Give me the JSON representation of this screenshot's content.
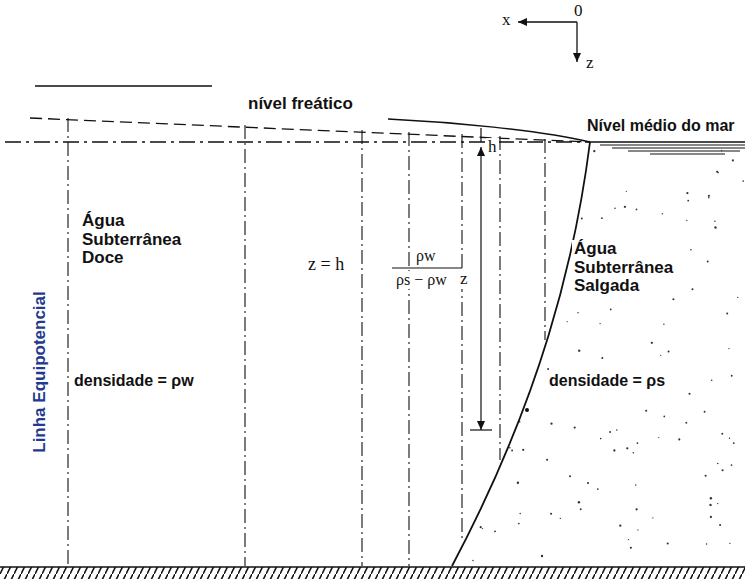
{
  "diagram": {
    "labels": [
      "x",
      "0",
      "z",
      "nível freático",
      "Nível médio do mar",
      "h",
      "z",
      "z = h",
      "ρw",
      "ρs − ρw",
      "Água Subterrânea Doce",
      "Água Subterrânea Salgada",
      "Linha Equipotencial",
      "densidade = ρw",
      "densidade = ρs"
    ]
  }
}
